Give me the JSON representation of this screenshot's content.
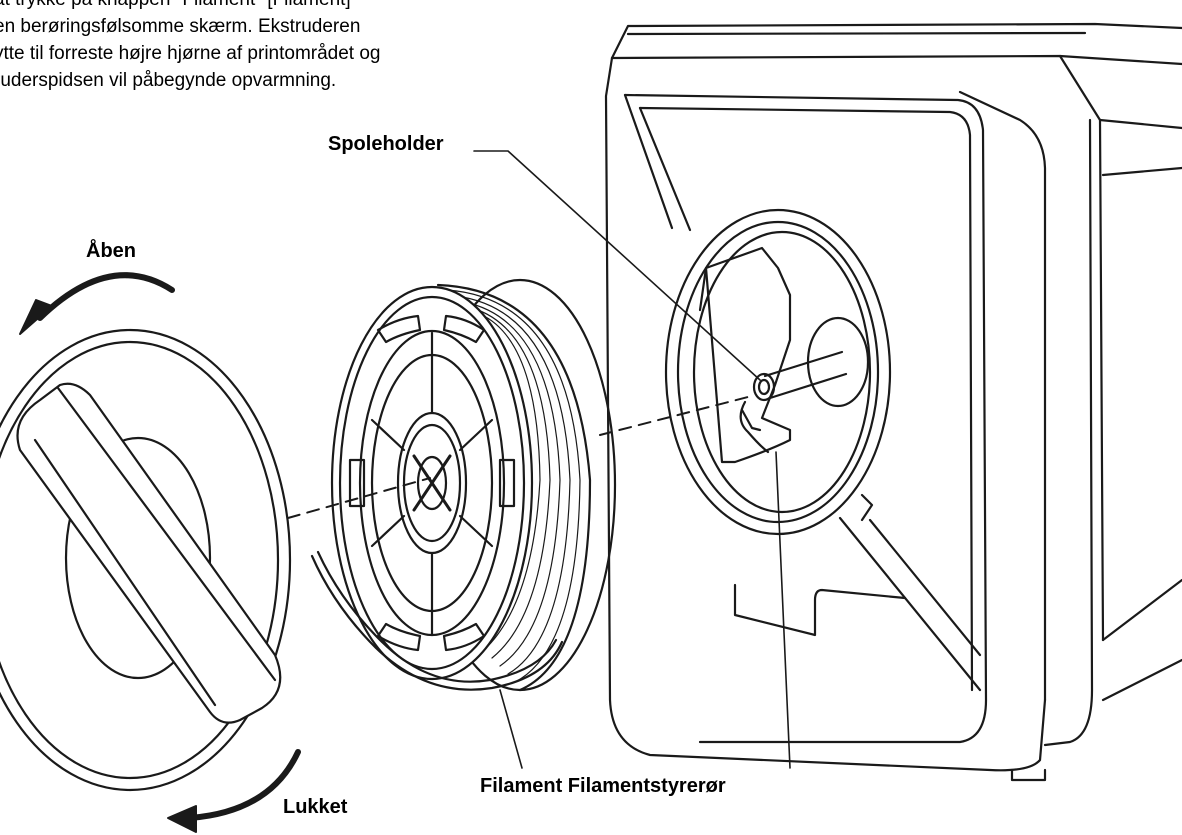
{
  "intro_text": {
    "lines": [
      "at trykke på knappen \"Filament\" [Filament]",
      "en berøringsfølsomme skærm. Ekstruderen",
      "ytte til forreste højre hjørne af printområdet og",
      "ruderspidsen vil påbegynde opvarmning."
    ]
  },
  "labels": {
    "spool_holder": "Spoleholder",
    "open": "Åben",
    "closed": "Lukket",
    "filament_guide": "Filament Filamentstyrerør"
  },
  "colors": {
    "stroke": "#1a1a1a",
    "fill": "#ffffff",
    "background": "#ffffff"
  },
  "icons": {
    "rotate_open": "counterclockwise-arrow-icon",
    "rotate_closed": "clockwise-arrow-icon"
  }
}
